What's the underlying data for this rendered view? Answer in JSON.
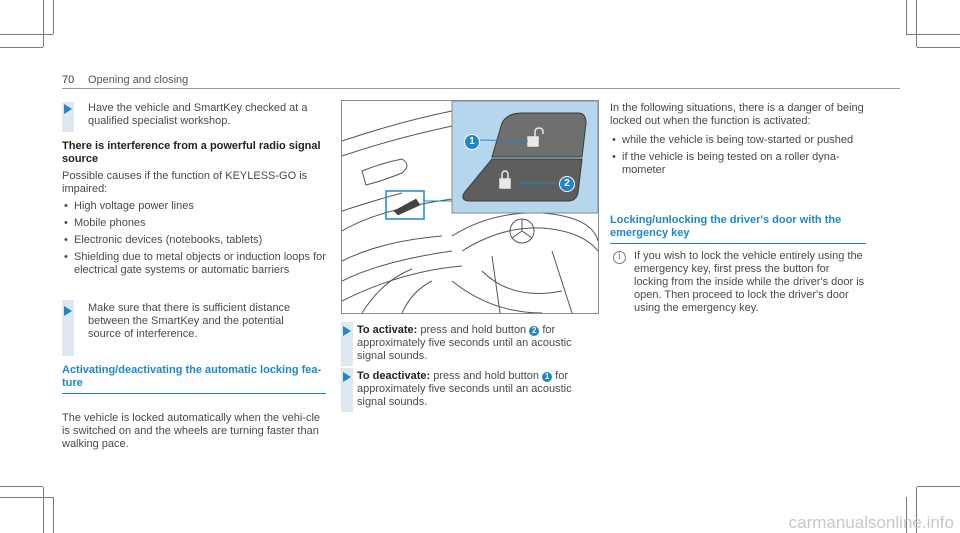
{
  "header": {
    "page_number": "70",
    "section": "Opening and closing"
  },
  "left": {
    "instr1": "Have the vehicle and SmartKey checked at a qualified specialist workshop.",
    "heading1": "There is interference from a powerful radio signal source",
    "intro": "Possible causes if the function of KEYLESS-GO is impaired:",
    "causes": [
      "High voltage power lines",
      "Mobile phones",
      "Electronic devices (notebooks, tablets)",
      "Shielding due to metal objects or induction loops for electrical gate systems or automatic barriers"
    ],
    "instr2": "Make sure that there is sufficient distance between the SmartKey and the potential source of interference.",
    "heading2": "Activating/deactivating the automatic locking fea-ture",
    "body": "The vehicle is locked automatically when the vehi-cle is switched on and the wheels are turning faster than walking pace."
  },
  "middle": {
    "callout1": "1",
    "callout2": "2",
    "activate_label": "To activate:",
    "activate_text_a": "press and hold button",
    "activate_btn": "2",
    "activate_text_b": "for approximately five seconds until an acoustic signal sounds.",
    "deactivate_label": "To deactivate:",
    "deactivate_text_a": "press and hold button",
    "deactivate_btn": "1",
    "deactivate_text_b": "for approximately five seconds until an acoustic signal sounds."
  },
  "right": {
    "intro": "In the following situations, there is a danger of being locked out when the function is activated:",
    "situations": [
      "while the vehicle is being tow-started or pushed",
      "if the vehicle is being tested on a roller dyna-mometer"
    ],
    "heading": "Locking/unlocking the driver's door with the emergency key",
    "note": "If you wish to lock the vehicle entirely using the emergency key, first press the button for locking from the inside while the driver's door is open. Then proceed to lock the driver's door using the emergency key."
  },
  "footer": {
    "watermark": "carmanualsonline.info"
  },
  "colors": {
    "accent": "#1f87c8",
    "instruction_bar": "#dfe8f1",
    "inset_bg": "#b5d6ec"
  },
  "icons": [
    "arrow-right-icon",
    "info-icon",
    "lock-closed-icon",
    "lock-open-icon",
    "mercedes-star-icon"
  ]
}
